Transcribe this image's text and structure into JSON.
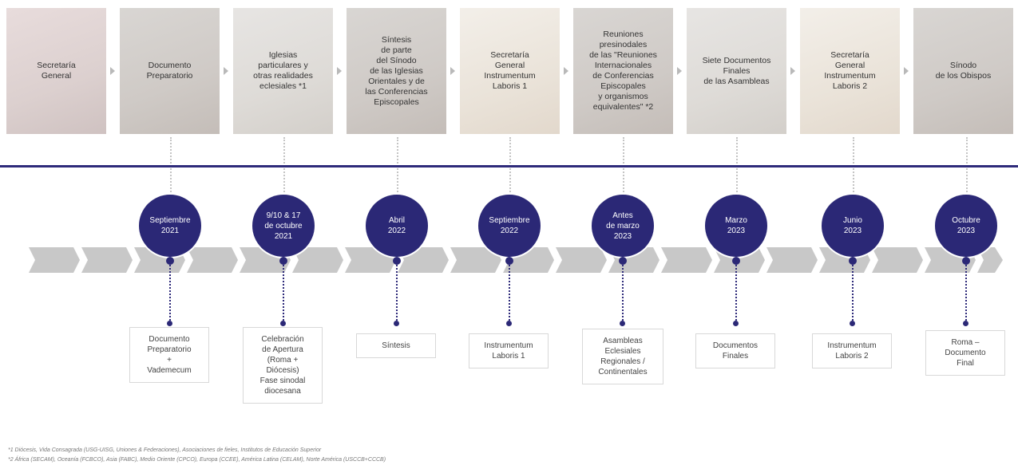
{
  "stages": [
    {
      "label": "Secretaría\nGeneral",
      "tone": "pink"
    },
    {
      "label": "Documento\nPreparatorio",
      "tone": "dark"
    },
    {
      "label": "Iglesias\nparticulares y\notras realidades\neclesiales *1",
      "tone": "mid"
    },
    {
      "label": "Síntesis\nde parte\ndel Sínodo\nde las Iglesias\nOrientales y de\nlas Conferencias\nEpiscopales",
      "tone": "dark"
    },
    {
      "label": "Secretaría\nGeneral\nInstrumentum\nLaboris 1",
      "tone": "light"
    },
    {
      "label": "Reuniones\npresinodales\nde las \"Reuniones\nInternacionales\nde Conferencias\nEpiscopales\ny organismos\nequivalentes\" *2",
      "tone": "dark"
    },
    {
      "label": "Siete Documentos\nFinales\nde las Asambleas",
      "tone": "mid"
    },
    {
      "label": "Secretaría\nGeneral\nInstrumentum\nLaboris 2",
      "tone": "light"
    },
    {
      "label": "Sínodo\nde los Obispos",
      "tone": "dark"
    }
  ],
  "milestones": [
    {
      "date": "Septiembre\n2021",
      "output": "Documento\nPreparatorio\n+\nVademecum"
    },
    {
      "date": "9/10 & 17\nde octubre\n2021",
      "output": "Celebración\nde Apertura\n(Roma +\nDiócesis)\nFase sinodal\ndiocesana"
    },
    {
      "date": "Abril\n2022",
      "output": "Síntesis"
    },
    {
      "date": "Septiembre\n2022",
      "output": "Instrumentum\nLaboris 1"
    },
    {
      "date": "Antes\nde marzo\n2023",
      "output": "Asambleas\nEclesiales\nRegionales /\nContinentales"
    },
    {
      "date": "Marzo\n2023",
      "output": "Documentos\nFinales"
    },
    {
      "date": "Junio\n2023",
      "output": "Instrumentum\nLaboris 2"
    },
    {
      "date": "Octubre\n2023",
      "output": "Roma –\nDocumento\nFinal"
    }
  ],
  "footnotes": {
    "note1": "*1 Diócesis, Vida Consagrada (USG-UISG, Uniones & Federaciones), Asociaciones de fieles, Institutos de Educación Superior",
    "note2": "*2 África (SECAM), Oceanía (FCBCO), Asia (FABC), Medio Oriente (CPCO), Europa (CCEE), América Latina (CELAM), Norte América (USCCB+CCCB)"
  },
  "colors": {
    "accent": "#2b2876",
    "rule": "#2e2a7a",
    "band": "#c8c8c8"
  }
}
